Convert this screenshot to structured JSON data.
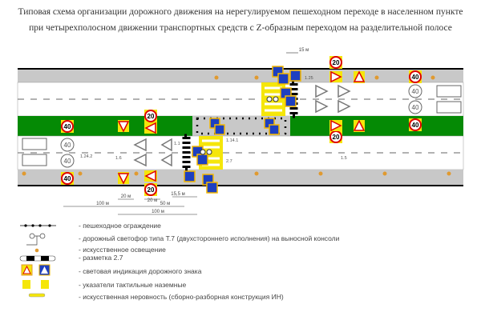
{
  "title": {
    "line1": "Типовая схема организации дорожного движения на нерегулируемом пешеходном переходе в населенном пункте",
    "line2": "при четырехполосном движении транспортных средств с Z-образным переходом на разделительной полосе"
  },
  "speed": {
    "limit": "40",
    "reduced": "20"
  },
  "labels": {
    "l125": "1.25",
    "l1141": "1.14.1",
    "l27": "2.7",
    "l15": "1.5",
    "l1242": "1.24.2",
    "l16": "1.6",
    "l11": "1.1"
  },
  "dims": {
    "d15": "15 м",
    "d100a": "100 м",
    "d20a": "20 м",
    "d20b": "20 м",
    "d50": "50 м",
    "d155": "15,5 м",
    "d100b": "100 м"
  },
  "legend": [
    "- пешеходное ограждение",
    "- дорожный светофор типа Т.7 (двухстороннего исполнения) на выносной консоли",
    "- искусственное освещение",
    "- разметка 2.7",
    "- световая индикация дорожного знака",
    "- указатели тактильные наземные",
    "- искусственная неровность (сборно-разборная конструкция ИН)"
  ],
  "colors": {
    "median": "#058a05",
    "sidewalk": "#c8c8c8",
    "sign_yellow": "#f5e60a",
    "sign_blue": "#1d3fc0",
    "lamp": "#e09a30"
  }
}
